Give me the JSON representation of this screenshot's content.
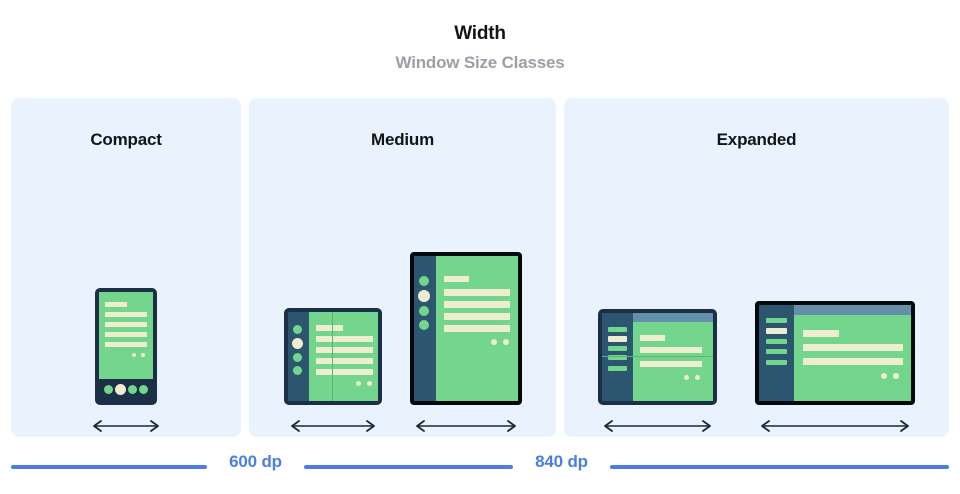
{
  "header": {
    "title": "Width",
    "subtitle": "Window Size Classes"
  },
  "colors": {
    "panel_bg": "#eaf2fd",
    "accent_blue": "#4a7fe0",
    "title_text": "#111418",
    "subtitle_text": "#9aa0a6",
    "device_green": "#74d68c",
    "device_cream": "#edeed0",
    "device_rail": "#2c556f",
    "device_frame_navy": "#1b3046",
    "device_frame_black": "#05080c",
    "device_topbar": "#6290ab",
    "arrow": "#17293d"
  },
  "panels": [
    {
      "id": "compact",
      "label": "Compact",
      "devices": [
        {
          "name": "phone",
          "orientation": "portrait",
          "arrow_label": "width-arrow"
        }
      ]
    },
    {
      "id": "medium",
      "label": "Medium",
      "devices": [
        {
          "name": "foldable-folded",
          "orientation": "portrait",
          "arrow_label": "width-arrow"
        },
        {
          "name": "tablet-portrait",
          "orientation": "portrait",
          "arrow_label": "width-arrow"
        }
      ]
    },
    {
      "id": "expanded",
      "label": "Expanded",
      "devices": [
        {
          "name": "foldable-unfolded",
          "orientation": "landscape",
          "arrow_label": "width-arrow"
        },
        {
          "name": "tablet-landscape",
          "orientation": "landscape",
          "arrow_label": "width-arrow"
        }
      ]
    }
  ],
  "breakpoints": [
    {
      "id": "bp-600",
      "label": "600 dp"
    },
    {
      "id": "bp-840",
      "label": "840 dp"
    }
  ],
  "icons": {
    "arrow": "double-headed-horizontal-arrow-icon"
  }
}
